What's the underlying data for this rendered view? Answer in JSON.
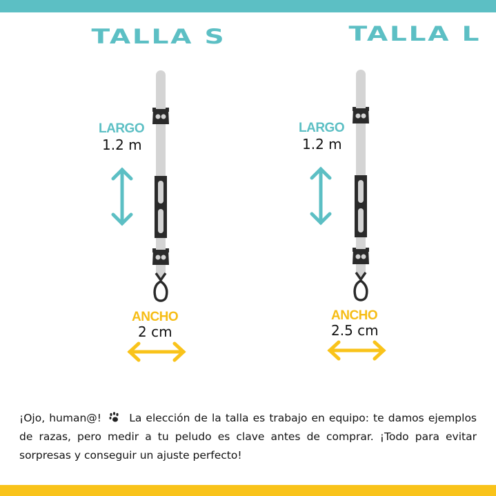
{
  "colors": {
    "teal": "#5cbfc4",
    "yellow": "#f9c31a",
    "leash_body": "#d4d4d4",
    "leash_hardware": "#2a2a2a"
  },
  "sizes": [
    {
      "title": "TALLA S",
      "length_label": "LARGO",
      "length_value": "1.2 m",
      "width_label": "ANCHO",
      "width_value": "2 cm"
    },
    {
      "title": "TALLA L",
      "length_label": "LARGO",
      "length_value": "1.2 m",
      "width_label": "ANCHO",
      "width_value": "2.5 cm"
    }
  ],
  "note": {
    "text_before_icon": "¡Ojo, human@!",
    "icon": "paw-print-icon",
    "text_after_icon": "La elección de la talla es trabajo en equipo: te damos ejemplos de razas, pero medir a tu peludo es clave antes de comprar. ¡Todo para evitar sorpresas y conseguir un ajuste perfecto!"
  }
}
